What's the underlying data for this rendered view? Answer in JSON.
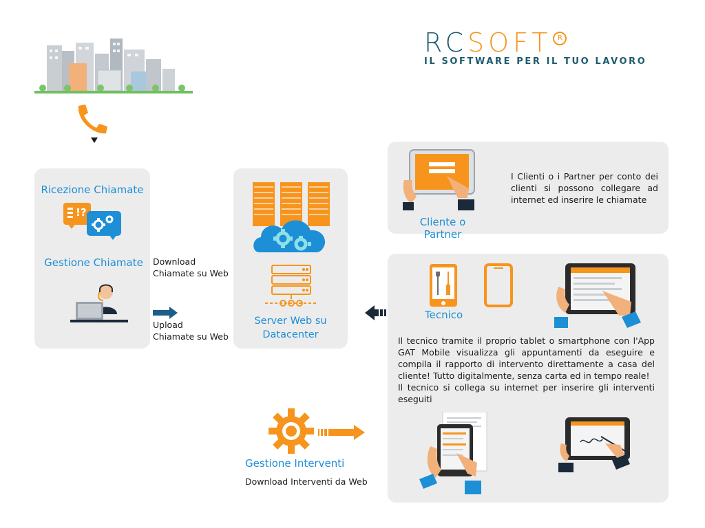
{
  "logo": {
    "brand_part1": "RC",
    "brand_part2": "SOFT",
    "registered": "R",
    "tagline": "IL SOFTWARE PER IL TUO LAVORO",
    "color_dark": "#1d5b6e",
    "color_accent": "#f7941d"
  },
  "left_panel": {
    "title_reception": "Ricezione Chiamate",
    "title_management": "Gestione Chiamate",
    "chat_glyph": "!?",
    "icons": [
      "speech-bubble-icon",
      "gear-icon",
      "operator-headset-icon",
      "laptop-icon"
    ]
  },
  "arrows_left": {
    "download_line1": "Download",
    "download_line2": "Chiamate su Web",
    "upload_line1": "Upload",
    "upload_line2": "Chiamate su Web"
  },
  "server_panel": {
    "label_line1": "Server Web su",
    "label_line2": "Datacenter",
    "icons": [
      "server-rack-icon",
      "cloud-gears-icon",
      "server-network-icon"
    ]
  },
  "client_panel": {
    "label": "Cliente o Partner",
    "description": "I Clienti o i Partner per conto dei clienti si possono collegare ad internet ed inserire le chiamate"
  },
  "tech_panel": {
    "label": "Tecnico",
    "description_1": "Il tecnico tramite il proprio tablet o smartphone con l'App GAT Mobile visualizza gli appuntamenti da eseguire e compila il rapporto di intervento direttamente a casa del cliente! Tutto digitalmente, senza carta ed in tempo reale!",
    "description_2": "Il tecnico si collega su internet per inserire gli interventi eseguiti"
  },
  "interventions": {
    "title": "Gestione Interventi",
    "subtitle": "Download Interventi da Web"
  },
  "colors": {
    "panel_bg": "#ececec",
    "blue": "#1d8fd6",
    "orange": "#f7941d",
    "navy": "#1b2a3a"
  }
}
